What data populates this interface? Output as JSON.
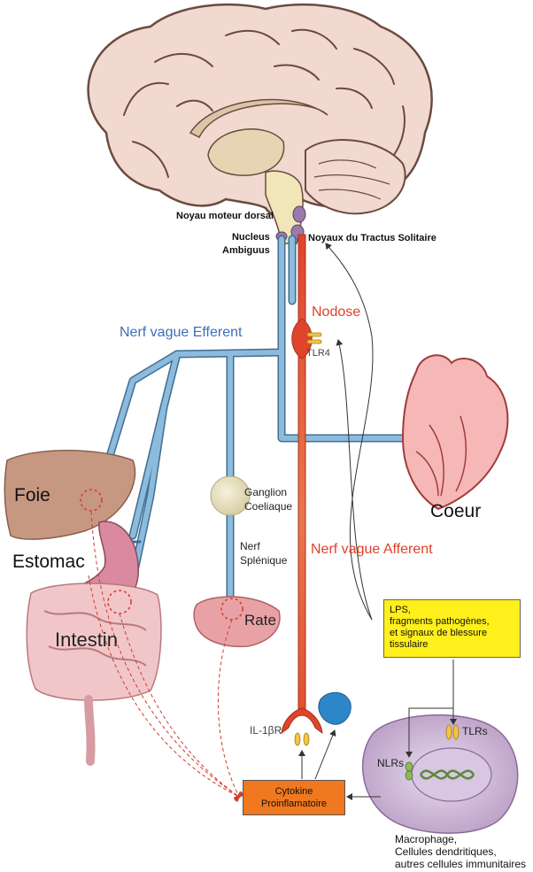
{
  "brain": {
    "dorsal_motor_nucleus": "Noyau moteur dorsal",
    "nucleus_ambiguus_line1": "Nucleus",
    "nucleus_ambiguus_line2": "Ambiguus",
    "solitary_tract_nuclei": "Noyaux du Tractus Solitaire"
  },
  "pathways": {
    "efferent_label": "Nerf vague Efferent",
    "afferent_label": "Nerf vague Afferent",
    "nodose_label": "Nodose",
    "tlr4_label": "TLR4",
    "il1br_label": "IL-1βR"
  },
  "organs": {
    "liver": "Foie",
    "stomach": "Estomac",
    "intestine": "Intestin",
    "heart": "Coeur",
    "spleen": "Rate",
    "celiac_ganglion_line1": "Ganglion",
    "celiac_ganglion_line2": "Coeliaque",
    "splenic_nerve_line1": "Nerf",
    "splenic_nerve_line2": "Splénique"
  },
  "signals_box": {
    "line1": "LPS,",
    "line2": "fragments pathogènes,",
    "line3": "et signaux de blessure",
    "line4": "tissulaire"
  },
  "cytokine_box": {
    "line1": "Cytokine",
    "line2": "Proinflamatoire"
  },
  "immune_cell": {
    "tlrs_label": "TLRs",
    "nlrs_label": "NLRs",
    "caption_line1": "Macrophage,",
    "caption_line2": "Cellules dendritiques,",
    "caption_line3": "autres cellules immunitaires"
  },
  "colors": {
    "efferent": "#3e6eb5",
    "afferent": "#e0402a",
    "efferent_nerve": "#7fb0d6",
    "afferent_nerve": "#d9442c",
    "signals_box_fill": "#ffef1a",
    "cytokine_box_fill": "#f0781e"
  }
}
